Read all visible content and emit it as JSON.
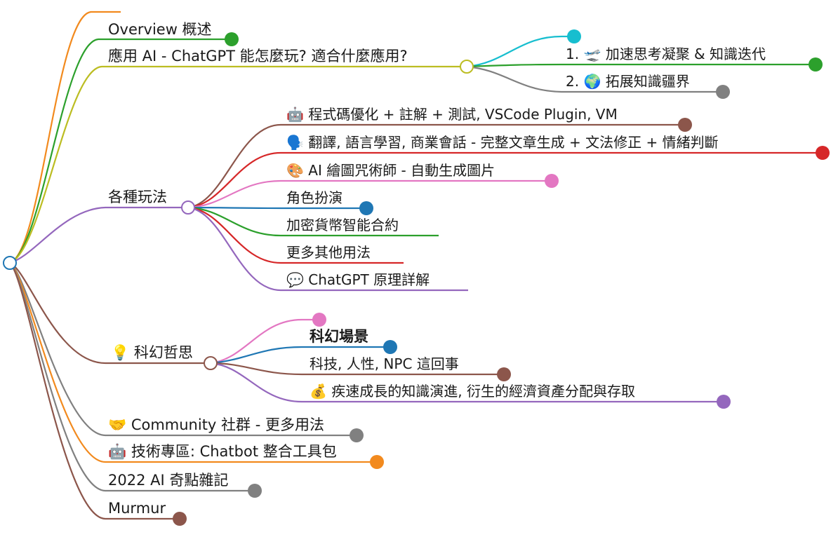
{
  "nodes": {
    "overview": "Overview 概述",
    "usage": "應用 AI - ChatGPT 能怎麼玩? 適合什麼應用?",
    "usage_1": "1. 🛫 加速思考凝聚 & 知識迭代",
    "usage_2": "2. 🌍 拓展知識疆界",
    "play": "各種玩法",
    "play_1": "🤖 程式碼優化 + 註解 + 測試, VSCode Plugin, VM",
    "play_2": "🗣️ 翻譯, 語言學習, 商業會話 - 完整文章生成 + 文法修正 + 情緒判斷",
    "play_3": "🎨 AI 繪圖咒術師 - 自動生成圖片",
    "play_4": "角色扮演",
    "play_5": "加密貨幣智能合約",
    "play_6": "更多其他用法",
    "play_7": "💬 ChatGPT 原理詳解",
    "scifi": "💡 科幻哲思",
    "scifi_1": "科幻場景",
    "scifi_2": "科技, 人性, NPC 這回事",
    "scifi_3": "💰 疾速成長的知識演進, 衍生的經濟資產分配與存取",
    "community": "🤝 Community 社群 - 更多用法",
    "tech": "🤖 技術專區: Chatbot 整合工具包",
    "notes": "2022 AI 奇點雜記",
    "murmur": "Murmur"
  },
  "colors": {
    "orange": "#f28a1e",
    "green": "#2ca02c",
    "olive": "#bcbd22",
    "cyan": "#17becf",
    "gray": "#808080",
    "brown": "#8c564b",
    "red": "#d62728",
    "pink": "#e377c2",
    "blue": "#1f77b4",
    "purple": "#9467bd",
    "root": "#1f77b4"
  }
}
